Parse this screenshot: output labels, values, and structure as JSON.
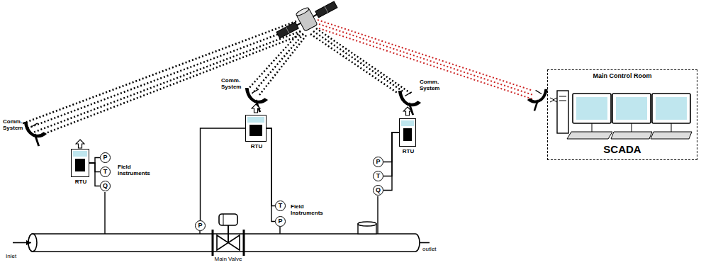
{
  "diagram": {
    "nodes": [
      {
        "text": [
          "RTU"
        ]
      },
      {
        "text": [
          "P"
        ]
      },
      {
        "text": [
          "T"
        ]
      },
      {
        "text": [
          "Q"
        ]
      },
      {
        "text": [
          "RTU"
        ]
      },
      {
        "text": [
          "P"
        ]
      },
      {
        "text": [
          "T"
        ]
      },
      {
        "text": [
          "P"
        ]
      },
      {
        "text": [
          "RTU"
        ]
      },
      {
        "text": [
          "P"
        ]
      },
      {
        "text": [
          "T"
        ]
      },
      {
        "text": [
          "Q"
        ]
      },
      {
        "text": [
          "Main Control Room",
          "SCADA"
        ]
      }
    ],
    "edges": [
      {
        "from": 1,
        "to": 0,
        "arrow": "none"
      },
      {
        "from": 2,
        "to": 0,
        "arrow": "none"
      },
      {
        "from": 3,
        "to": 0,
        "arrow": "none"
      },
      {
        "from": 5,
        "to": 4,
        "arrow": "none"
      },
      {
        "from": 6,
        "to": 4,
        "arrow": "none"
      },
      {
        "from": 7,
        "to": 4,
        "arrow": "none"
      },
      {
        "from": 9,
        "to": 8,
        "arrow": "none"
      },
      {
        "from": 10,
        "to": 8,
        "arrow": "none"
      },
      {
        "from": 11,
        "to": 8,
        "arrow": "none"
      }
    ],
    "labels": [
      "Comm. System",
      "Comm. System",
      "Comm. System",
      "Field Instruments",
      "Field Instruments",
      "Inlet",
      "outlet",
      "Main Valve"
    ]
  }
}
